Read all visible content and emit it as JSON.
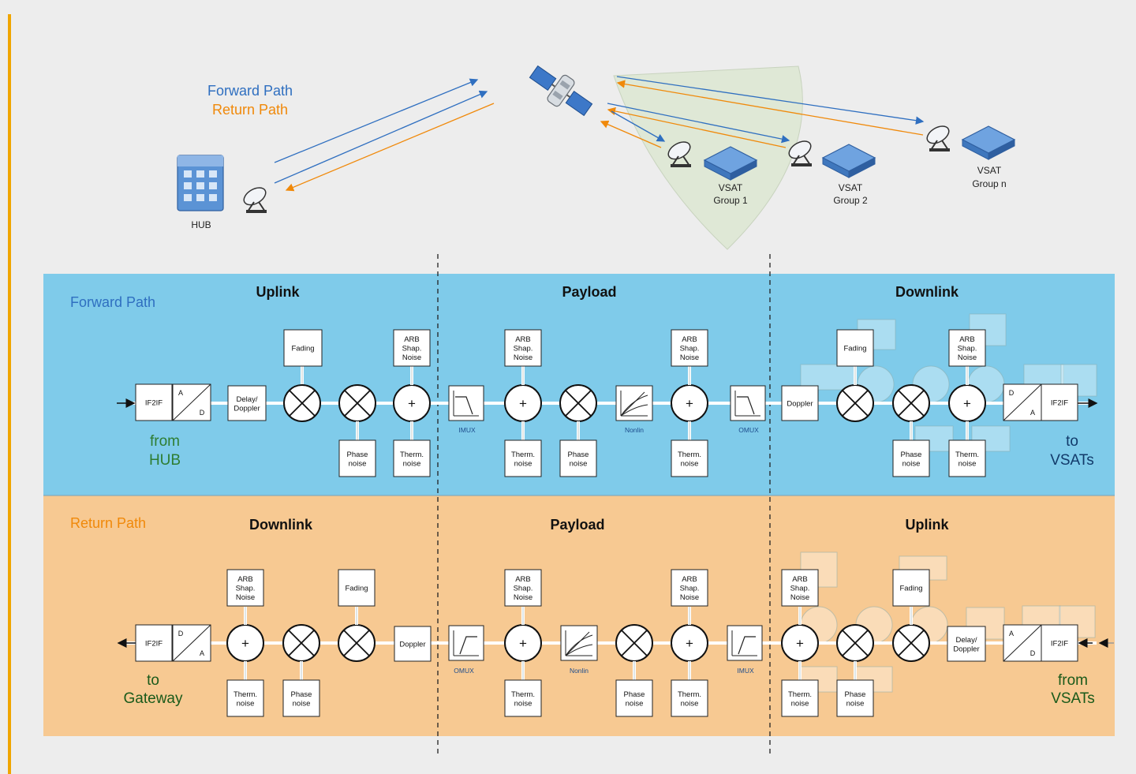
{
  "top": {
    "legend_forward": "Forward Path",
    "legend_return": "Return Path",
    "hub_label": "HUB",
    "vsat_groups": [
      {
        "line1": "VSAT",
        "line2": "Group 1"
      },
      {
        "line1": "VSAT",
        "line2": "Group 2"
      },
      {
        "line1": "VSAT",
        "line2": "Group n"
      }
    ]
  },
  "forward": {
    "title": "Forward Path",
    "sections": {
      "left": "Uplink",
      "mid": "Payload",
      "right": "Downlink"
    },
    "endpoints": {
      "from_line1": "from",
      "from_line2": "HUB",
      "to_line1": "to",
      "to_line2": "VSATs"
    }
  },
  "return": {
    "title": "Return Path",
    "sections": {
      "left": "Downlink",
      "mid": "Payload",
      "right": "Uplink"
    },
    "endpoints": {
      "to_line1": "to",
      "to_line2": "Gateway",
      "from_line1": "from",
      "from_line2": "VSATs"
    }
  },
  "blocks": {
    "if2if": "IF2IF",
    "conv_a": "A",
    "conv_d": "D",
    "delay1": "Delay/",
    "delay2": "Doppler",
    "doppler": "Doppler",
    "fading": "Fading",
    "arb1": "ARB",
    "arb2": "Shap.",
    "arb3": "Noise",
    "phase1": "Phase",
    "phase2": "noise",
    "therm1": "Therm.",
    "therm2": "noise",
    "imux": "IMUX",
    "omux": "OMUX",
    "nonlin": "Nonlin",
    "plus": "+"
  },
  "colors": {
    "forward_blue": "#2f6fc0",
    "return_orange": "#f0890a",
    "forward_panel": "#7fcbea",
    "return_panel": "#f7c992",
    "accent_bar": "#f0a500",
    "endpoint_green": "#1a5a1a",
    "from_hub_green": "#2e7d32",
    "to_vsats_blue": "#123a6a"
  },
  "icons": {
    "satellite": "satellite-icon",
    "hub_building": "building-icon",
    "dish": "satellite-dish-icon",
    "modem": "modem-icon",
    "mixer": "mixer-icon",
    "adder": "adder-icon"
  }
}
